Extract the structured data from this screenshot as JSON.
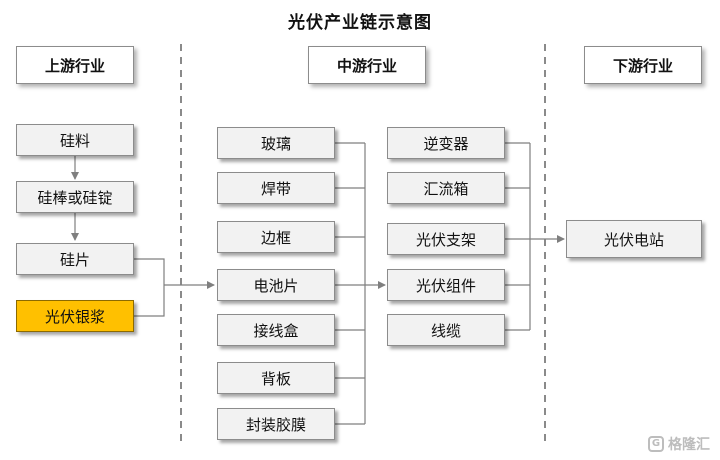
{
  "title": "光伏产业链示意图",
  "stages": {
    "upstream": "上游行业",
    "midstream": "中游行业",
    "downstream": "下游行业"
  },
  "upstream": {
    "silicon_material": "硅料",
    "silicon_rod": "硅棒或硅锭",
    "silicon_wafer": "硅片",
    "silver_paste": "光伏银浆"
  },
  "mid_left": {
    "glass": "玻璃",
    "ribbon": "焊带",
    "frame": "边框",
    "cell": "电池片",
    "junction_box": "接线盒",
    "backsheet": "背板",
    "encapsulant": "封装胶膜"
  },
  "mid_right": {
    "inverter": "逆变器",
    "combiner_box": "汇流箱",
    "bracket": "光伏支架",
    "module": "光伏组件",
    "cable": "线缆"
  },
  "downstream": {
    "power_station": "光伏电站"
  },
  "watermark": {
    "icon": "G",
    "text": "格隆汇"
  },
  "colors": {
    "highlight": "#ffc000",
    "box": "#f2f2f2",
    "line": "#7f7f7f"
  }
}
